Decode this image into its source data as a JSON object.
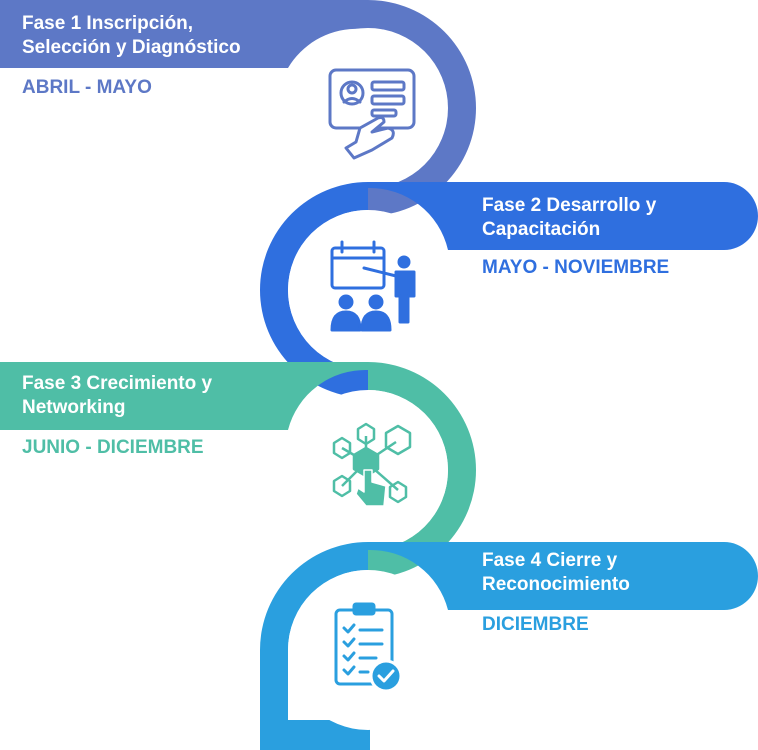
{
  "phases": [
    {
      "title_line1": "Fase 1 Inscripción,",
      "title_line2": "Selección y Diagnóstico",
      "date": "ABRIL - MAYO",
      "color": "#5D78C6",
      "icon": "id-card-touch-icon"
    },
    {
      "title_line1": "Fase 2 Desarrollo y",
      "title_line2": "Capacitación",
      "date": "MAYO - NOVIEMBRE",
      "color": "#2F6FDF",
      "icon": "training-presentation-icon"
    },
    {
      "title_line1": "Fase 3 Crecimiento y",
      "title_line2": "Networking",
      "date": "JUNIO - DICIEMBRE",
      "color": "#4FBEA6",
      "icon": "network-hexagons-icon"
    },
    {
      "title_line1": "Fase 4 Cierre y",
      "title_line2": "Reconocimiento",
      "date": "DICIEMBRE",
      "color": "#2A9FDF",
      "icon": "checklist-clipboard-icon"
    }
  ]
}
